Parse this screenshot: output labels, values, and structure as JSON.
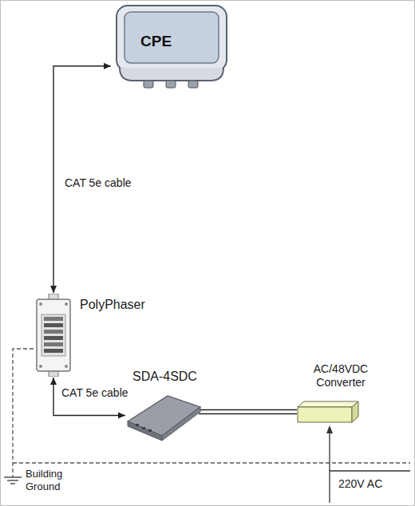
{
  "diagram": {
    "nodes": [
      {
        "text": [
          "CPE"
        ]
      },
      {
        "text": [
          "PolyPhaser"
        ]
      },
      {
        "text": [
          "SDA-4SDC"
        ]
      },
      {
        "text": [
          "AC/48VDC Converter"
        ]
      }
    ],
    "edges": [
      {
        "from": 0,
        "to": 1,
        "arrow": "both",
        "label": "CAT 5e cable"
      },
      {
        "from": 1,
        "to": 2,
        "arrow": "both",
        "label": "CAT 5e cable"
      },
      {
        "from": 2,
        "to": 3,
        "arrow": "none"
      }
    ],
    "labels": [
      "Building Ground",
      "220V AC"
    ]
  }
}
